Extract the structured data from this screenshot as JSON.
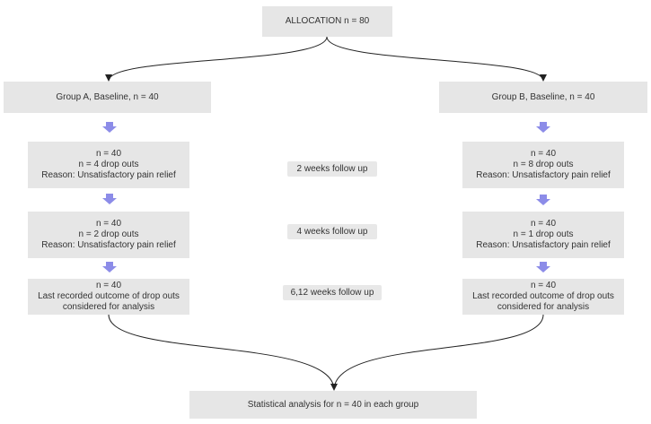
{
  "allocation": {
    "label": "ALLOCATION n = 80"
  },
  "group_a": {
    "baseline": "Group A, Baseline, n = 40",
    "week2": [
      "n = 40",
      "n = 4 drop outs",
      "Reason: Unsatisfactory pain relief"
    ],
    "week4": [
      "n = 40",
      "n = 2 drop outs",
      "Reason: Unsatisfactory pain relief"
    ],
    "week6_12": [
      "n = 40",
      "Last recorded outcome of drop outs",
      "considered for analysis"
    ]
  },
  "group_b": {
    "baseline": "Group B, Baseline, n = 40",
    "week2": [
      "n = 40",
      "n = 8 drop outs",
      "Reason: Unsatisfactory pain relief"
    ],
    "week4": [
      "n = 40",
      "n = 1 drop outs",
      "Reason: Unsatisfactory pain relief"
    ],
    "week6_12": [
      "n = 40",
      "Last recorded outcome of drop outs",
      "considered for analysis"
    ]
  },
  "followups": {
    "week2": "2 weeks follow up",
    "week4": "4 weeks follow up",
    "week6_12": "6,12 weeks follow up"
  },
  "analysis": {
    "label": "Statistical analysis for n = 40 in each group"
  },
  "colors": {
    "box_fill": "#e6e6e6",
    "step_arrow": "#8c8ce8",
    "connector": "#222222"
  }
}
